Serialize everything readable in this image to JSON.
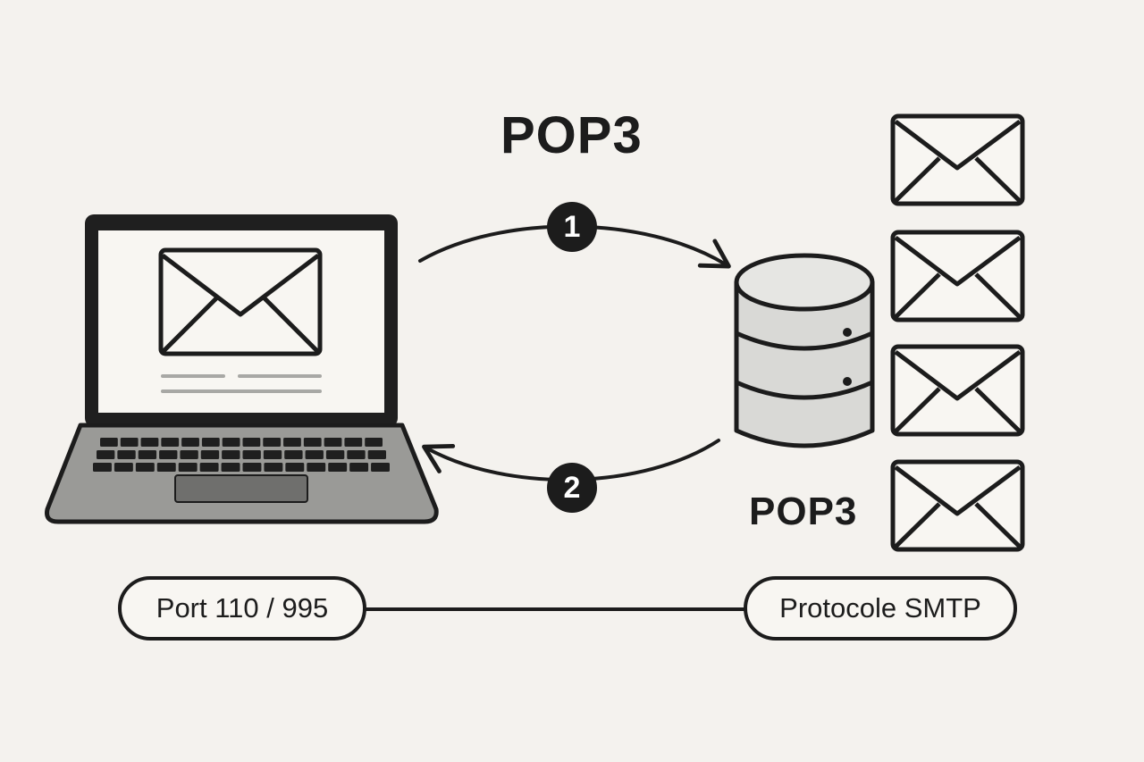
{
  "diagram": {
    "title": "POP3",
    "server_label": "POP3",
    "steps": [
      "1",
      "2"
    ],
    "port_label": "Port 110 / 995",
    "protocol_label": "Protocole SMTP",
    "icons": [
      "laptop-icon",
      "envelope-icon",
      "database-server-icon"
    ],
    "colors": {
      "ink": "#1c1c1c",
      "background": "#f4f2ee",
      "grey": "#9a9a97",
      "light_grey": "#dcdcda"
    }
  }
}
